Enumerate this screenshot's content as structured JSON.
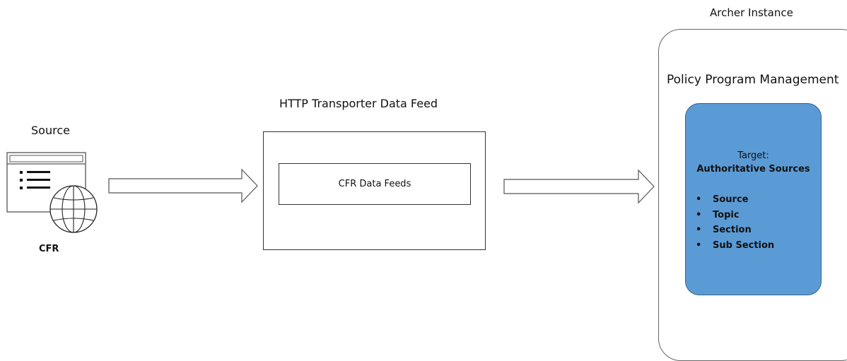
{
  "source": {
    "label": "Source",
    "name": "CFR",
    "icon": "web-document-globe-icon"
  },
  "transporter": {
    "label": "HTTP Transporter Data Feed",
    "inner_label": "CFR Data Feeds"
  },
  "archer": {
    "label": "Archer Instance",
    "module": "Policy Program Management",
    "target": {
      "label": "Target:",
      "application": "Authoritative Sources",
      "fields": [
        "Source",
        "Topic",
        "Section",
        "Sub Section"
      ],
      "color": "#5b9bd5"
    }
  }
}
